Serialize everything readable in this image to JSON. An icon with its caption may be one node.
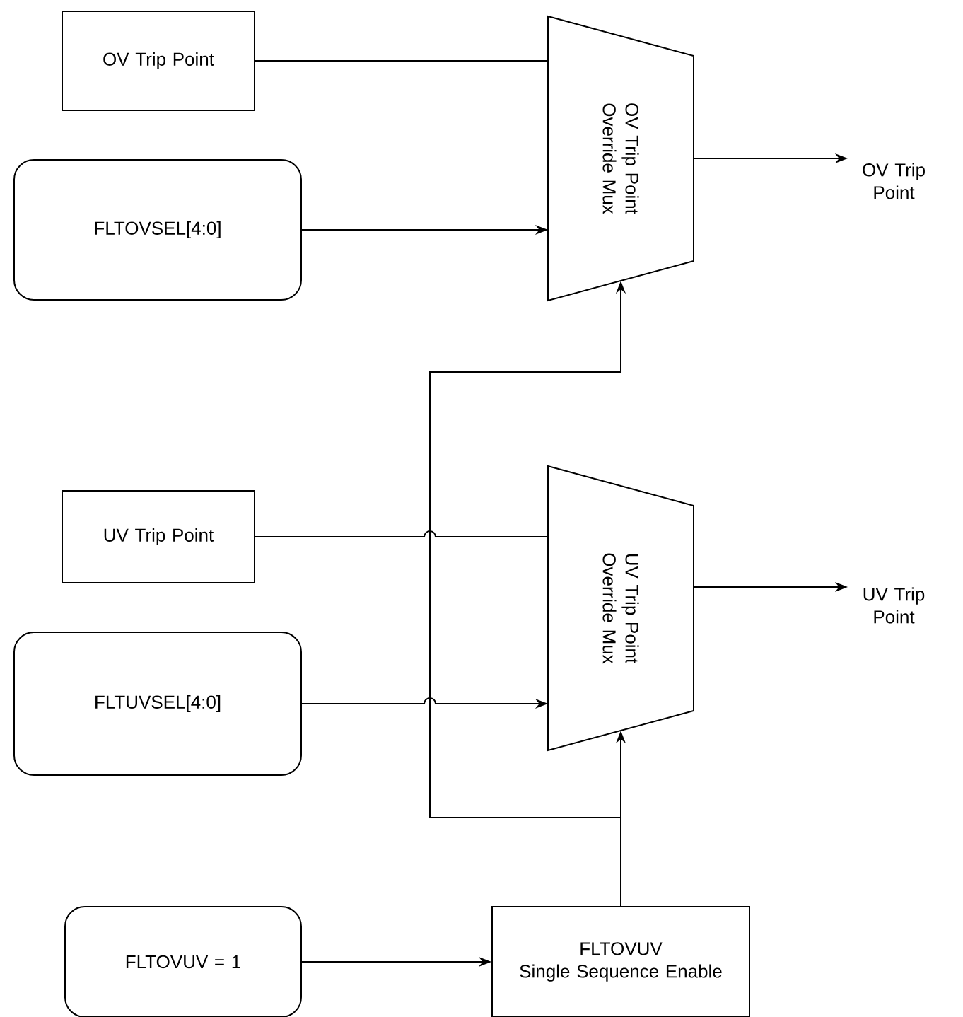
{
  "diagram": {
    "nodes": [
      {
        "text": [
          "OV Trip Point"
        ]
      },
      {
        "text": [
          "FLTOVSEL[4:0]"
        ]
      },
      {
        "text": [
          "OV Trip Point Override Mux"
        ]
      },
      {
        "text": [
          "OV Trip Point"
        ]
      },
      {
        "text": [
          "UV Trip Point"
        ]
      },
      {
        "text": [
          "FLTUVSEL[4:0]"
        ]
      },
      {
        "text": [
          "UV Trip Point Override Mux"
        ]
      },
      {
        "text": [
          "UV Trip Point"
        ]
      },
      {
        "text": [
          "FLTOVUV = 1"
        ]
      },
      {
        "text": [
          "FLTOVUV",
          "Single Sequence Enable"
        ]
      }
    ],
    "edges": [
      {
        "from": 0,
        "to": 2,
        "arrow": "none"
      },
      {
        "from": 1,
        "to": 2,
        "arrow": "to"
      },
      {
        "from": 2,
        "to": 3,
        "arrow": "to"
      },
      {
        "from": 4,
        "to": 6,
        "arrow": "none"
      },
      {
        "from": 5,
        "to": 6,
        "arrow": "to"
      },
      {
        "from": 6,
        "to": 7,
        "arrow": "to"
      },
      {
        "from": 8,
        "to": 9,
        "arrow": "to"
      },
      {
        "from": 9,
        "to": 6,
        "arrow": "to"
      },
      {
        "from": 9,
        "to": 2,
        "arrow": "to"
      }
    ]
  }
}
